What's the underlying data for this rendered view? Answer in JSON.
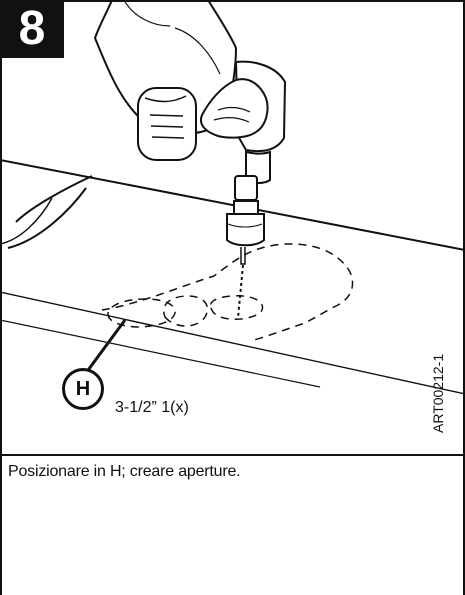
{
  "step": {
    "number": "8"
  },
  "callout": {
    "letter": "H",
    "dimension": "3-1/2” 1(x)"
  },
  "artwork": {
    "code": "ART00212-1"
  },
  "instruction": {
    "text": "Posizionare in H; creare aperture."
  }
}
